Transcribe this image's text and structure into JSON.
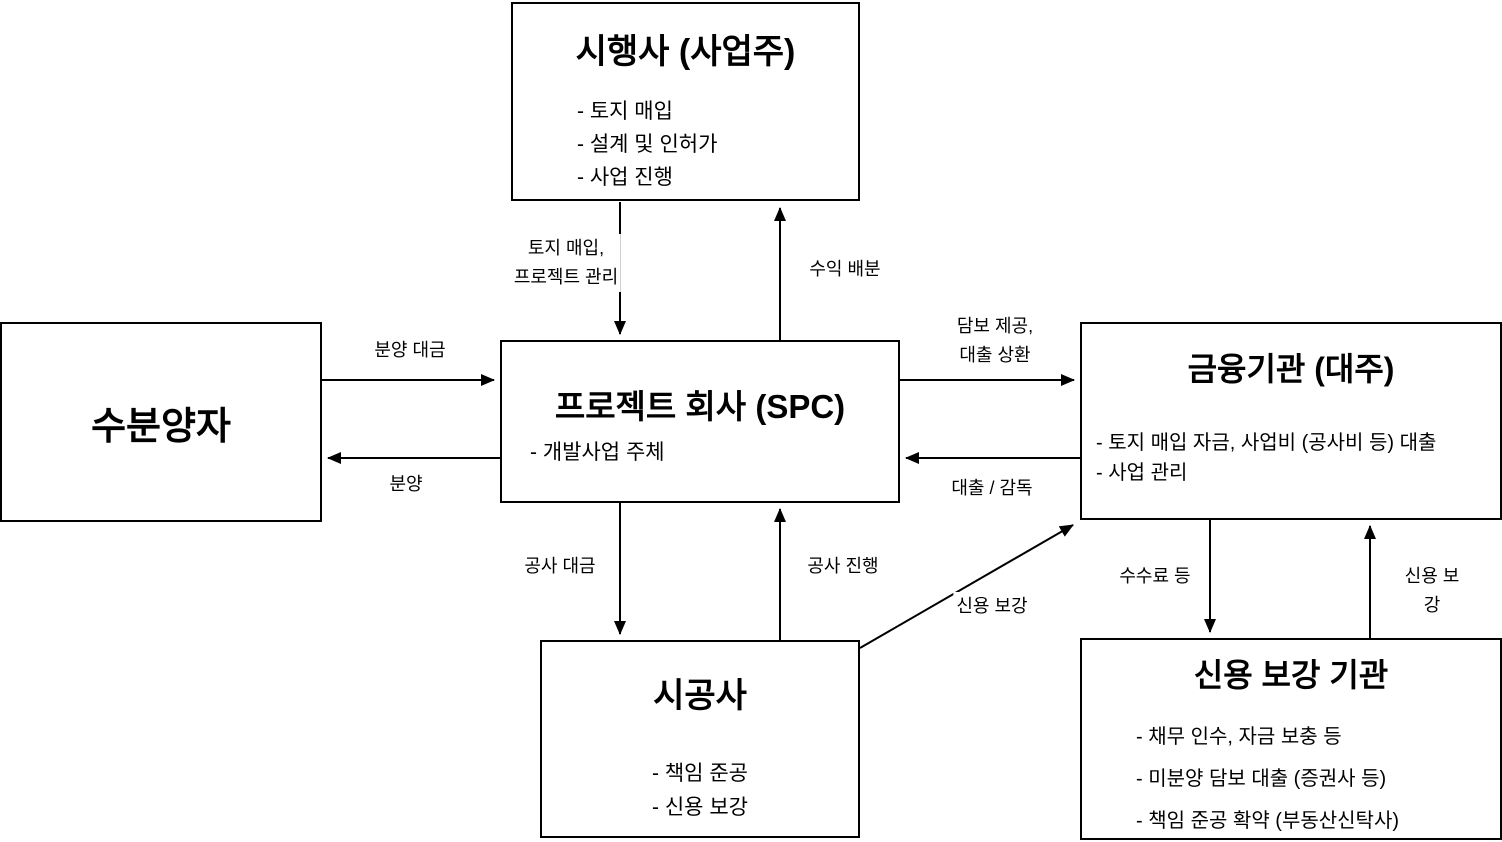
{
  "colors": {
    "line": "#000000",
    "box_border": "#000000",
    "box_bg": "#ffffff",
    "text": "#000000"
  },
  "nodes": {
    "developer": {
      "title": "시행사 (사업주)",
      "items": [
        "- 토지 매입",
        "- 설계 및 인허가",
        "- 사업 진행"
      ]
    },
    "buyers": {
      "title": "수분양자"
    },
    "spc": {
      "title": "프로젝트 회사 (SPC)",
      "items": [
        "- 개발사업 주체"
      ]
    },
    "lender": {
      "title": "금융기관 (대주)",
      "items": [
        "- 토지 매입 자금, 사업비 (공사비 등) 대출",
        "- 사업 관리"
      ]
    },
    "constructor": {
      "title": "시공사",
      "items": [
        "- 책임 준공",
        "- 신용 보강"
      ]
    },
    "credit_agency": {
      "title": "신용 보강 기관",
      "items": [
        "- 채무 인수, 자금 보충 등",
        "- 미분양 담보 대출 (증권사 등)",
        "- 책임 준공 확약 (부동산신탁사)"
      ]
    }
  },
  "edge_labels": {
    "developer_to_spc": "토지 매입,\n프로젝트 관리",
    "spc_to_developer": "수익 배분",
    "buyers_to_spc": "분양 대금",
    "spc_to_buyers": "분양",
    "spc_to_lender": "담보 제공,\n대출 상환",
    "lender_to_spc": "대출 / 감독",
    "spc_to_constructor": "공사 대금",
    "constructor_to_spc": "공사 진행",
    "constructor_to_lender": "신용 보강",
    "lender_to_credit": "수수료 등",
    "credit_to_lender": "신용 보강"
  }
}
